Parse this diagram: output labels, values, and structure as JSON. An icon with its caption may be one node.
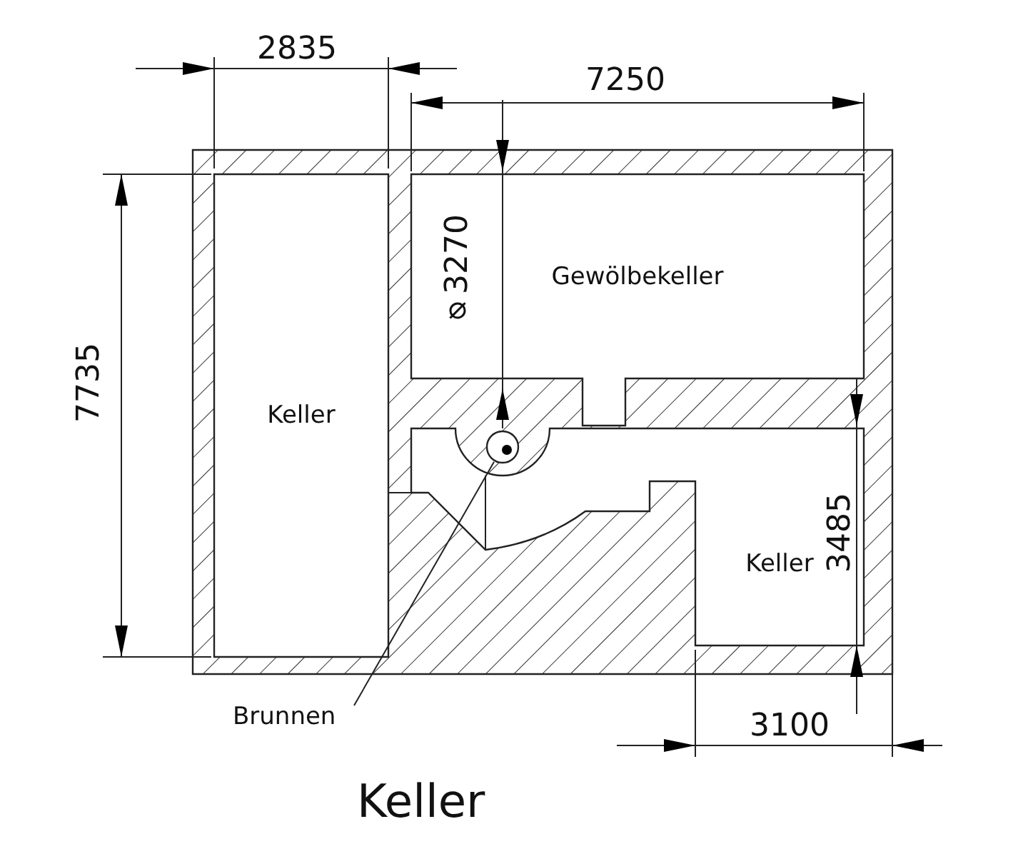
{
  "diagram": {
    "title": "Keller",
    "nodes": [
      {
        "text": [
          "Gewölbekeller"
        ]
      },
      {
        "text": [
          "Keller"
        ]
      },
      {
        "text": [],
        "shape": "circle"
      },
      {
        "text": [
          "Keller"
        ]
      },
      {
        "text": [
          "Brunnen"
        ]
      }
    ],
    "edges": [
      {
        "from": 4,
        "to": 2,
        "arrow": "none"
      }
    ],
    "labels": [
      "2835",
      "7250",
      "7735",
      "⌀3270",
      "3485",
      "3100"
    ]
  }
}
